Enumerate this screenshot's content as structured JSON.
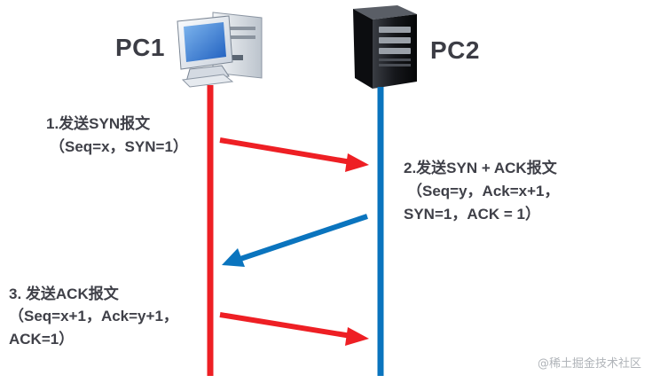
{
  "hosts": {
    "left": {
      "label": "PC1",
      "icon": "desktop-computer-icon",
      "line_color": "#ee1f24"
    },
    "right": {
      "label": "PC2",
      "icon": "server-tower-icon",
      "line_color": "#0a74be"
    }
  },
  "messages": [
    {
      "step_line": "1.发送SYN报文",
      "detail_lines": [
        "（Seq=x，SYN=1）"
      ],
      "direction": "PC1-to-PC2",
      "arrow_color": "#ee1f24"
    },
    {
      "step_line": "2.发送SYN + ACK报文",
      "detail_lines": [
        "（Seq=y，Ack=x+1，",
        "SYN=1，ACK = 1）"
      ],
      "direction": "PC2-to-PC1",
      "arrow_color": "#0a74be"
    },
    {
      "step_line": "3. 发送ACK报文",
      "detail_lines": [
        "（Seq=x+1，Ack=y+1，",
        "ACK=1）"
      ],
      "direction": "PC1-to-PC2",
      "arrow_color": "#ee1f24"
    }
  ],
  "watermark": "@稀土掘金技术社区"
}
